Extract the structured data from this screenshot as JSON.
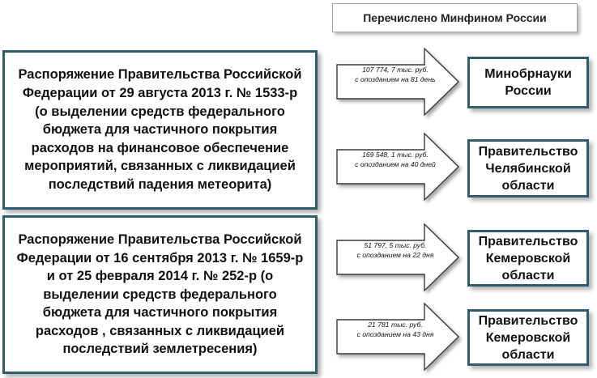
{
  "header": {
    "label": "Перечислено Минфином России"
  },
  "documents": [
    {
      "text": "Распоряжение Правительства Российской Федерации от 29 августа 2013 г. № 1533-р (о выделении средств федерального бюджета для частичного покрытия расходов на финансовое обеспечение мероприятий, связанных с ликвидацией последствий падения метеорита)"
    },
    {
      "text": "Распоряжение Правительства Российской Федерации от 16 сентября 2013 г. № 1659-р и от 25 февраля 2014 г. № 252-р (о выделении средств федерального бюджета для частичного покрытия расходов , связанных с ликвидацией последствий землетресения)"
    }
  ],
  "transfers": [
    {
      "amount": "107 774, 7 тыс. руб.",
      "delay": "с опозданием на 81 день"
    },
    {
      "amount": "169 548, 1 тыс. руб.",
      "delay": "с опозданием на 40 дней"
    },
    {
      "amount": "51 797, 5 тыс. руб.",
      "delay": "с опозданием на 22 дня"
    },
    {
      "amount": "21 781 тыс. руб.",
      "delay": "с опозданием на 43 дня"
    }
  ],
  "recipients": [
    {
      "line1": "Минобрнауки",
      "line2": "России",
      "line3": ""
    },
    {
      "line1": "Правительство",
      "line2": "Челябинской",
      "line3": "области"
    },
    {
      "line1": "Правительство",
      "line2": "Кемеровской",
      "line3": "области"
    },
    {
      "line1": "Правительство",
      "line2": "Кемеровской",
      "line3": "области"
    }
  ]
}
